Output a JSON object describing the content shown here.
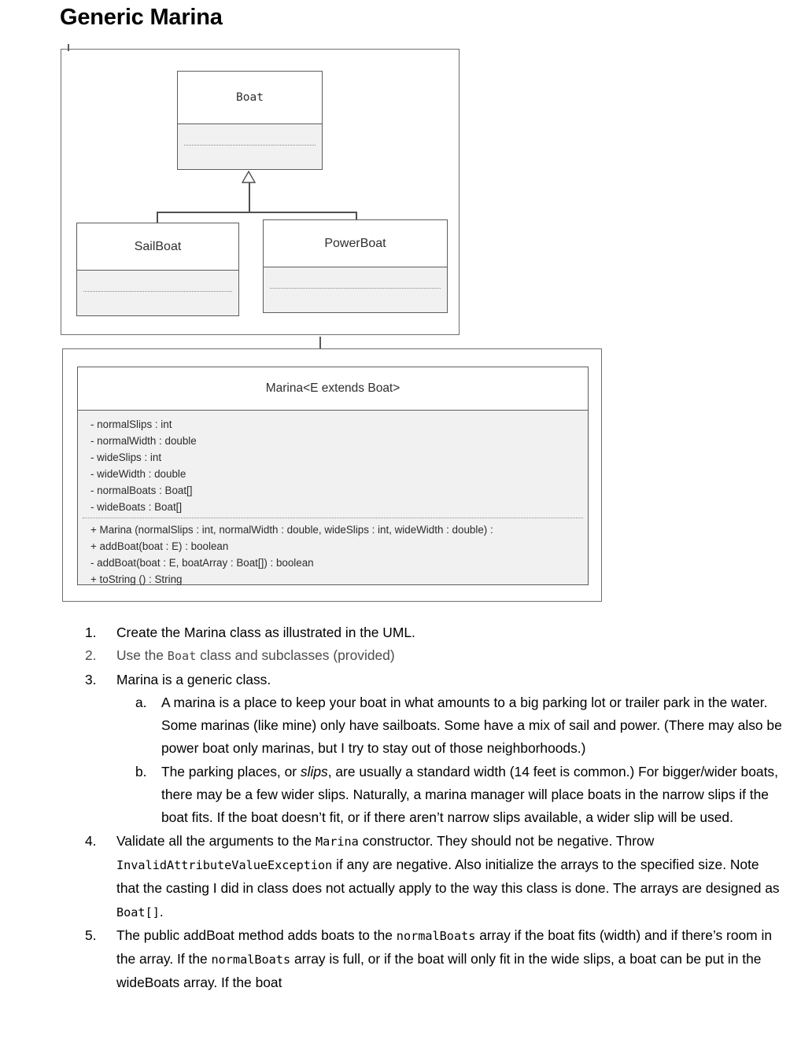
{
  "page": {
    "title": "Generic Marina"
  },
  "diagram": {
    "boat_class": {
      "name": "Boat"
    },
    "sailboat_class": {
      "name": "SailBoat"
    },
    "powerboat_class": {
      "name": "PowerBoat"
    },
    "marina_class": {
      "name": "Marina<E extends Boat>",
      "attributes": [
        "- normalSlips : int",
        "- normalWidth : double",
        "- wideSlips : int",
        "- wideWidth : double",
        "- normalBoats : Boat[]",
        "- wideBoats : Boat[]"
      ],
      "methods": [
        "+ Marina (normalSlips : int, normalWidth : double, wideSlips : int, wideWidth : double) :",
        "+ addBoat(boat : E) : boolean",
        "- addBoat(boat : E, boatArray : Boat[]) : boolean",
        "+ toString () : String"
      ]
    }
  },
  "instructions": {
    "item1": {
      "marker": "1.",
      "text": "Create the Marina class as illustrated in the UML."
    },
    "item2": {
      "marker": "2.",
      "prefix": "Use the ",
      "code": "Boat",
      "suffix": " class and subclasses (provided)"
    },
    "item3": {
      "marker": "3.",
      "text": "Marina is a generic class.",
      "sub_a": {
        "marker": "a.",
        "text": "A marina is a place to keep your boat in what amounts to a big parking lot or trailer park in the water. Some marinas (like mine) only have sailboats. Some have a mix of sail and power. (There may also be power boat only marinas, but I try to stay out of those neighborhoods.)"
      },
      "sub_b": {
        "marker": "b.",
        "part1": "The parking places, or ",
        "emphasis": "slips",
        "part2": ", are usually a standard width (14 feet is common.) For bigger/wider boats, there may be a few wider slips. Naturally, a marina manager will place boats in the narrow slips if the boat fits. If the boat doesn’t fit, or if there aren’t narrow slips available, a wider slip will be used."
      }
    },
    "item4": {
      "marker": "4.",
      "part1": "Validate all the arguments to the ",
      "code1": "Marina",
      "part2": " constructor. They should not be negative. Throw ",
      "code2": "InvalidAttributeValueException",
      "part3": " if any are negative. Also initialize the arrays to the specified size.  Note that the casting I did in class does not actually apply to the way this class is done. The arrays are designed as ",
      "code3": "Boat[]",
      "part4": "."
    },
    "item5": {
      "marker": "5.",
      "part1": "The public addBoat method adds boats to the ",
      "code1": "normalBoats",
      "part2": " array if the boat fits (width) and if there’s room in the array. If the ",
      "code2": "normalBoats",
      "part3": " array is full, or if the boat will only fit in the wide slips, a boat can be put in the wideBoats array. If the boat"
    }
  },
  "colors": {
    "compartment_fill": "#f1f1f1",
    "border": "#5d5d5d",
    "frame_border": "#6e6e6e",
    "dim_text": "#4d4d4d"
  }
}
